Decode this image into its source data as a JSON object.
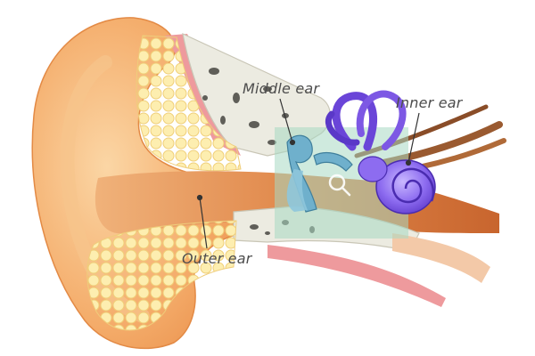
{
  "labels": {
    "middle_ear": "Middle ear",
    "inner_ear": "Inner ear",
    "outer_ear": "Outer ear"
  },
  "icons": {
    "zoom": "magnifier-icon"
  },
  "colors": {
    "skin": "#f4a865",
    "skin_light": "#fcd7a6",
    "canal": "#e48a4a",
    "bone": "#ecebe1",
    "fat": "#fce8a0",
    "muscle": "#e8858a",
    "cochlea": "#7a55e0",
    "ossicles": "#6fb0cc",
    "nerve": "#9a5a30",
    "zoom_box": "#a7d8c2"
  }
}
